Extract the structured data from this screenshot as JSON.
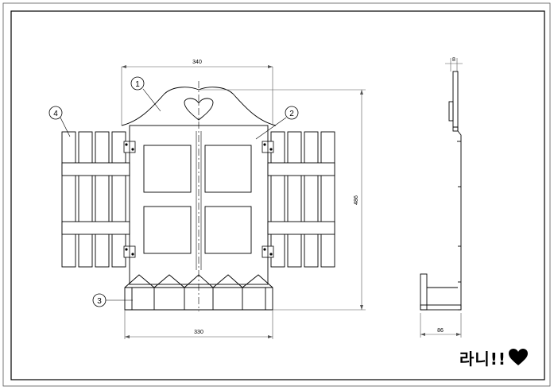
{
  "dimensions": {
    "top_width": "340",
    "bottom_width": "330",
    "height": "486",
    "side_thickness": "8",
    "side_depth": "86"
  },
  "callouts": [
    "1",
    "2",
    "3",
    "4"
  ],
  "signature": {
    "text": "라니!!",
    "icon": "heart-icon"
  },
  "colors": {
    "line": "#000000",
    "dim": "#555555",
    "background": "#ffffff"
  }
}
